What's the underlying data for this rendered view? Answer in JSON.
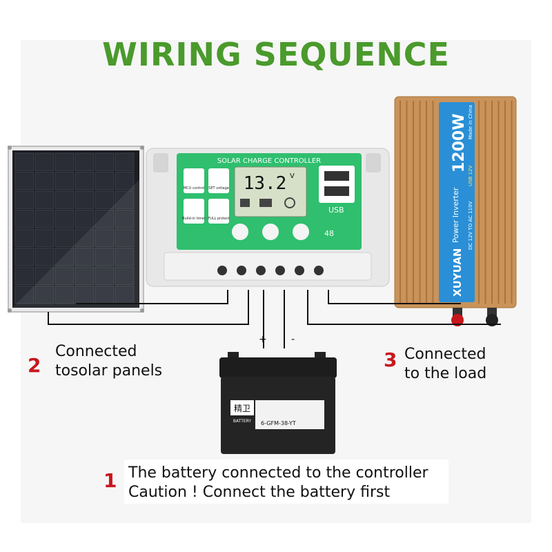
{
  "title": "WIRING SEQUENCE",
  "controller": {
    "header": "SOLAR CHARGE CONTROLLER",
    "lcd_value": "13.2",
    "lcd_unit": "V",
    "buttons_row1": [
      "MCU control",
      "SET voltage"
    ],
    "buttons_row2": [
      "Build-in timer",
      "FULL protect"
    ],
    "usb_label": "USB",
    "model": "48"
  },
  "inverter": {
    "brand": "XUYUAN",
    "product": "Power Inverter",
    "spec": "DC 12V TO AC 110V",
    "usb": "USB 12V",
    "power": "1200W",
    "origin": "Made in China"
  },
  "battery": {
    "brand_cn": "精卫",
    "brand_en": "BATTERY",
    "model": "6-GFM-38-YT",
    "plus": "+",
    "minus": "-"
  },
  "steps": [
    {
      "number": "1",
      "line1": "The battery connected to the controller",
      "line2": "Caution ! Connect the battery first"
    },
    {
      "number": "2",
      "line1": "Connected",
      "line2": "tosolar panels"
    },
    {
      "number": "3",
      "line1": "Connected",
      "line2": "to the load"
    }
  ],
  "colors": {
    "title": "#4a9a2c",
    "step_number": "#c8161d",
    "controller_face": "#2fbf6e",
    "inverter_body": "#c9935a",
    "inverter_label": "#2a8fd6"
  }
}
